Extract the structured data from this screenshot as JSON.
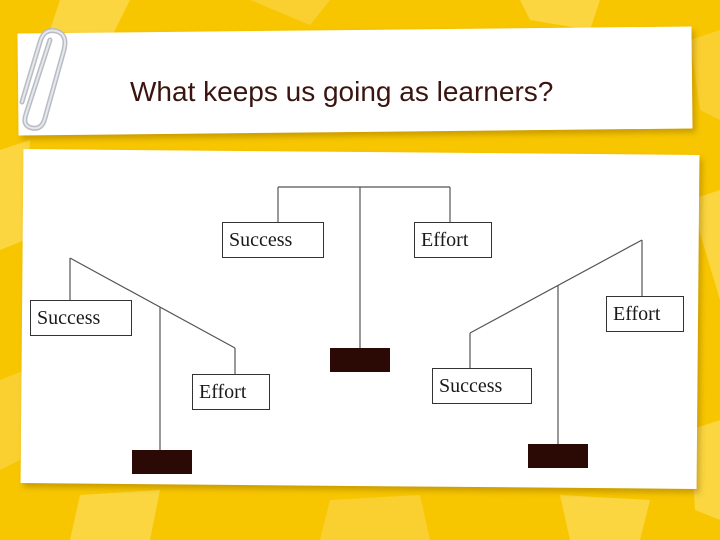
{
  "slide": {
    "title": "What keeps us going as learners?"
  },
  "colors": {
    "background": "#f7c600",
    "card": "#ffffff",
    "title_text": "#3a1510",
    "weight": "#2b0a06",
    "line": "#555555"
  },
  "scales": {
    "balanced": {
      "left_label": "Success",
      "right_label": "Effort"
    },
    "left_heavy": {
      "left_label": "Success",
      "right_label": "Effort"
    },
    "right_heavy": {
      "left_label": "Success",
      "right_label": "Effort"
    }
  },
  "icons": [
    "paperclip-icon"
  ]
}
